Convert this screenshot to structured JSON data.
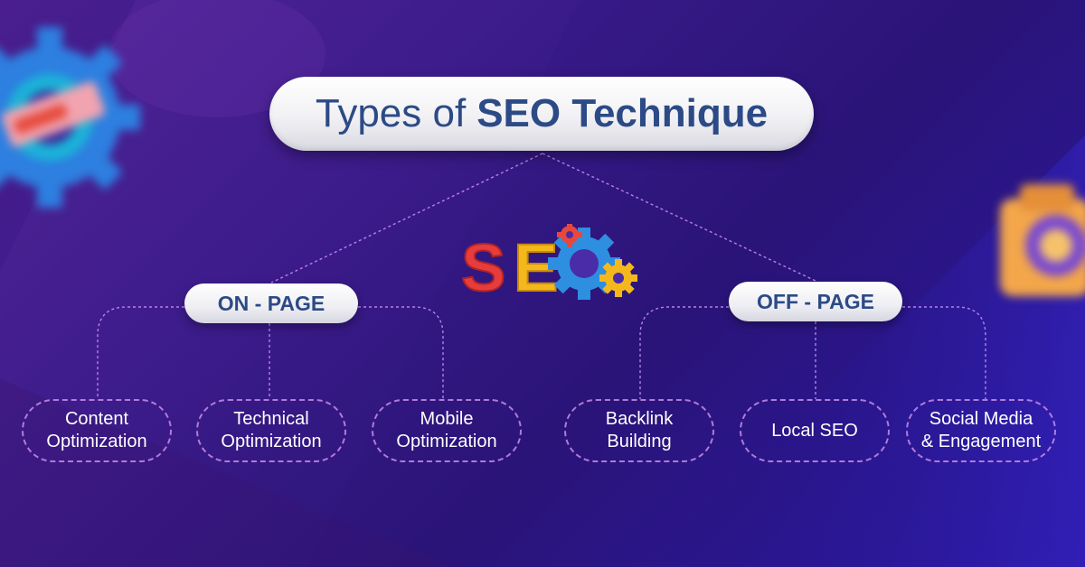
{
  "title": {
    "regular": "Types of",
    "bold": "SEO Technique"
  },
  "logo": {
    "text_s": "S",
    "text_e": "E",
    "gear_icon": "gear-icon"
  },
  "categories": [
    {
      "label": "ON - PAGE"
    },
    {
      "label": "OFF - PAGE"
    }
  ],
  "on_page_items": [
    {
      "label": "Content\nOptimization"
    },
    {
      "label": "Technical\nOptimization"
    },
    {
      "label": "Mobile\nOptimization"
    }
  ],
  "off_page_items": [
    {
      "label": "Backlink\nBuilding"
    },
    {
      "label": "Local SEO"
    },
    {
      "label": "Social Media\n& Engagement"
    }
  ],
  "colors": {
    "title_text": "#2c4a86",
    "connector": "#c98cf0",
    "s_letter": "#e83c3c",
    "e_letter": "#f5b81c",
    "gear_blue": "#2e8fe0",
    "gear_red": "#e8483c",
    "gear_yellow": "#f5b81c"
  }
}
